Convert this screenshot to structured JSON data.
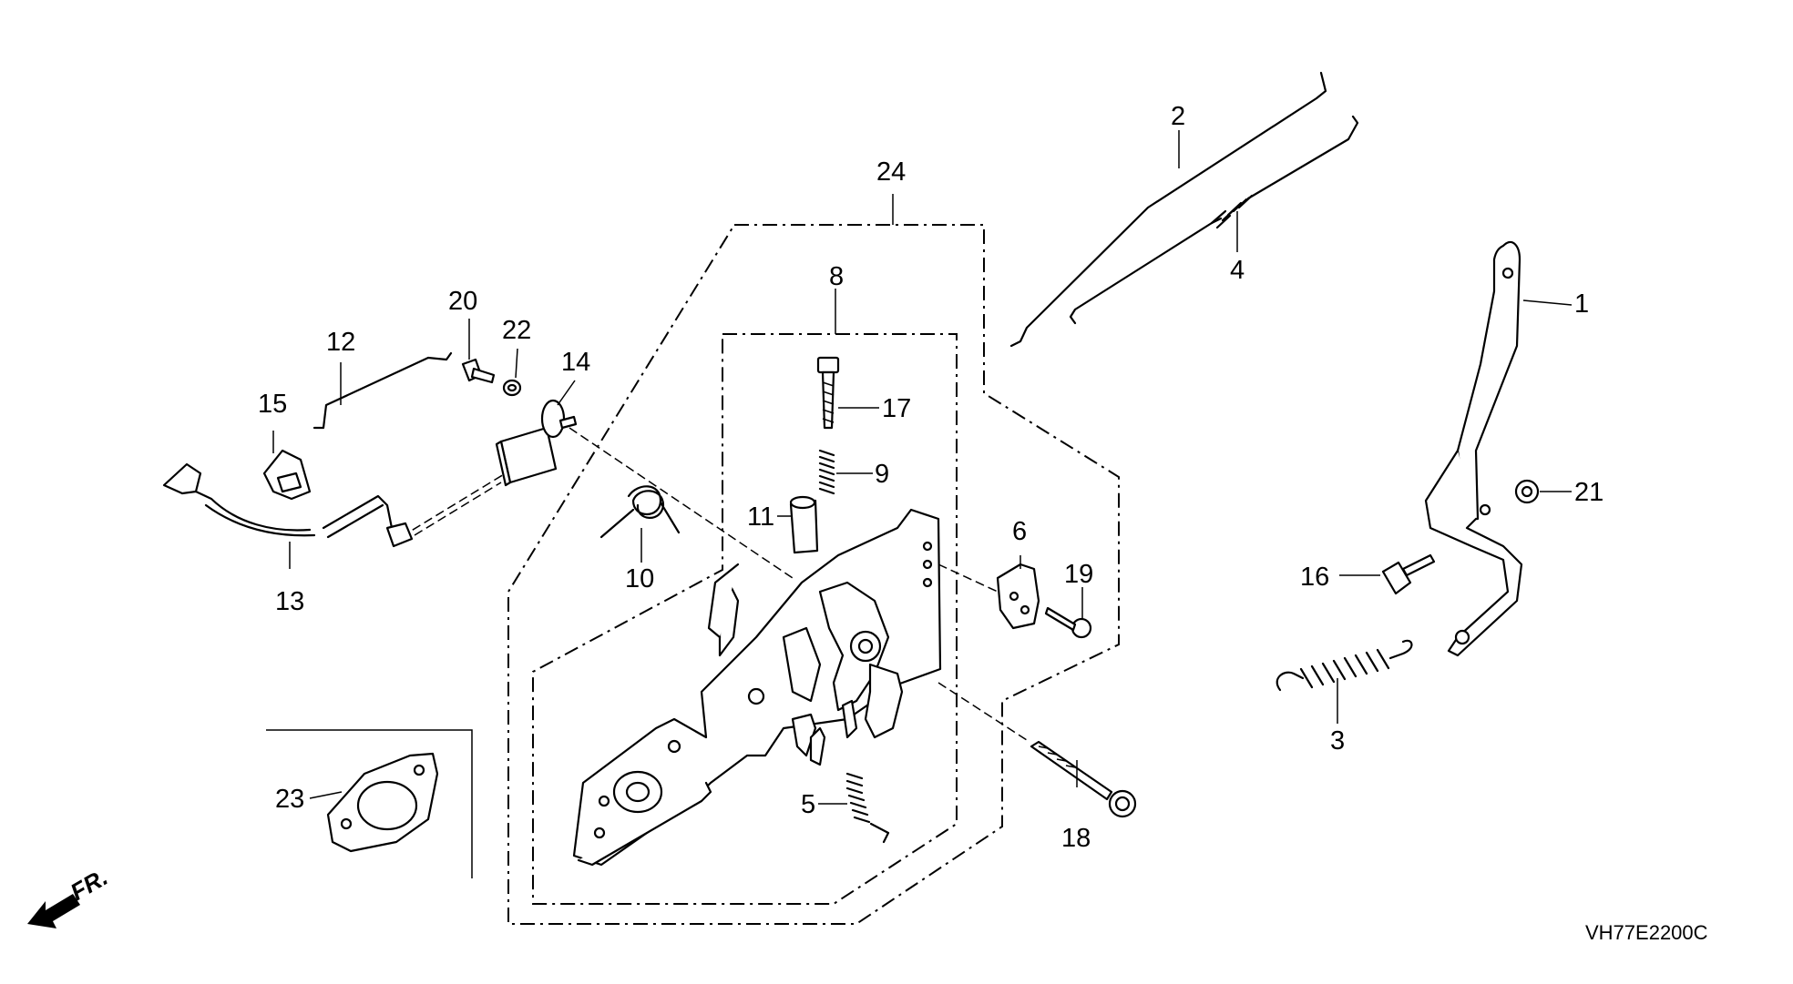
{
  "diagram_code": "VH77E2200C",
  "front_marker": "FR.",
  "callouts": {
    "p1": "1",
    "p2": "2",
    "p3": "3",
    "p4": "4",
    "p5": "5",
    "p6": "6",
    "p8": "8",
    "p9": "9",
    "p10": "10",
    "p11": "11",
    "p12": "12",
    "p13": "13",
    "p14": "14",
    "p15": "15",
    "p16": "16",
    "p17": "17",
    "p18": "18",
    "p19": "19",
    "p20": "20",
    "p21": "21",
    "p22": "22",
    "p23": "23",
    "p24": "24"
  }
}
